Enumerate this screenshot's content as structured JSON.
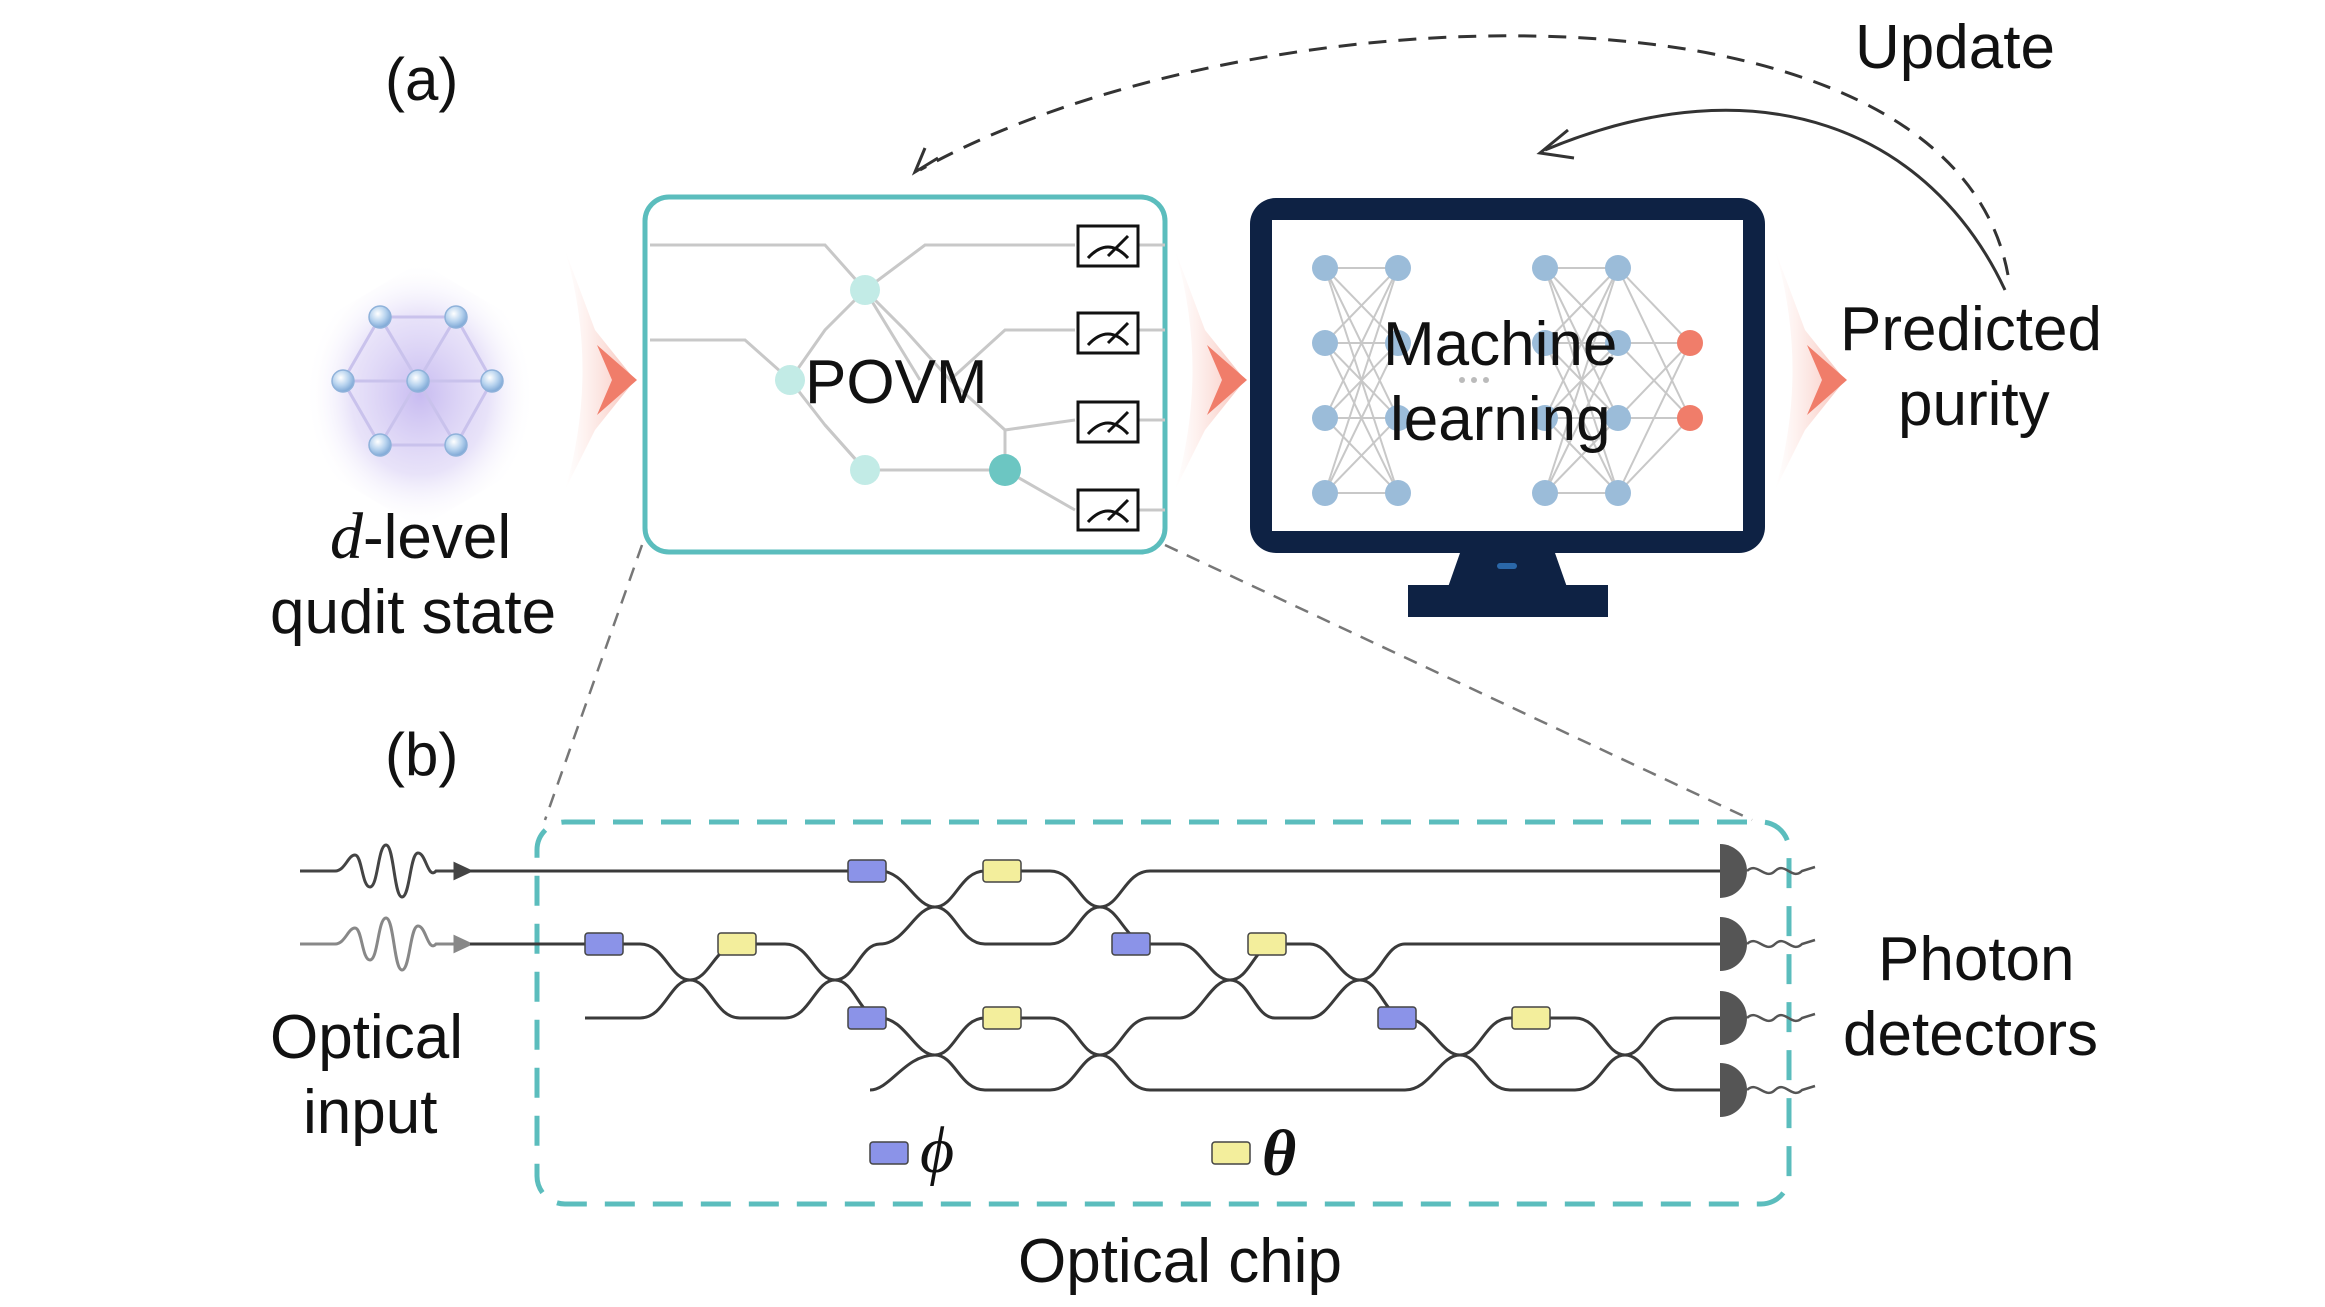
{
  "panels": {
    "a": "(a)",
    "b": "(b)"
  },
  "labels": {
    "update": "Update",
    "qudit_symbol": "d",
    "qudit_line1_rest": "-level",
    "qudit_line2": "qudit state",
    "povm": "POVM",
    "ml_line1": "Machine",
    "ml_line2": "learning",
    "pred_line1": "Predicted",
    "pred_line2": "purity",
    "optical_line1": "Optical",
    "optical_line2": "input",
    "photon_line1": "Photon",
    "photon_line2": "detectors",
    "chip": "Optical chip"
  },
  "legend": {
    "phi_symbol": "ϕ",
    "theta_symbol": "θ",
    "phi_color": "#8b93e8",
    "theta_color": "#f3ee9c"
  },
  "colors": {
    "teal": "#5bbdbd",
    "navy": "#0e2244",
    "arrow": "#f07d6a",
    "node_blue": "#9bbcd9",
    "node_red": "#f07d6a"
  },
  "icons": [
    "meter-icon",
    "monitor-icon",
    "lattice-icon",
    "wavepacket-icon",
    "detector-icon"
  ]
}
